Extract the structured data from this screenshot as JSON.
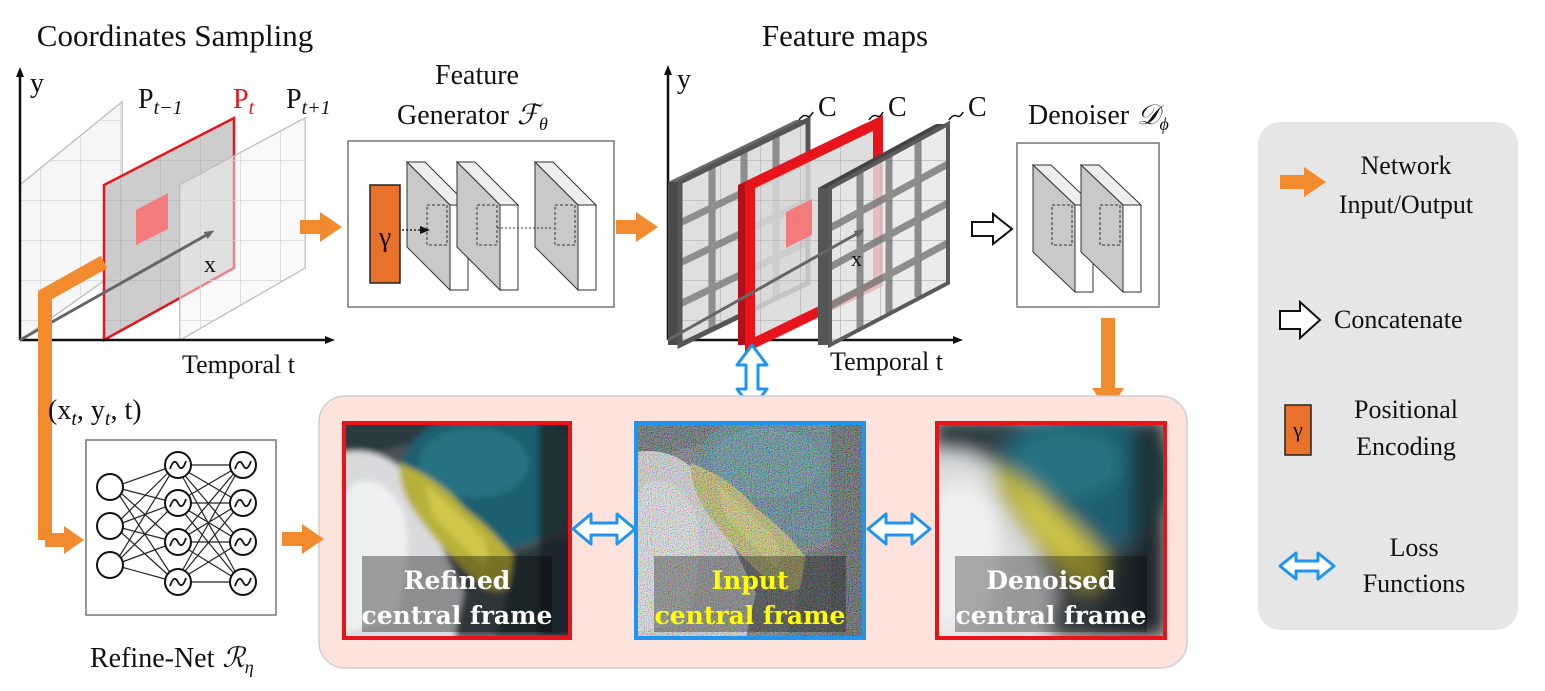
{
  "coords": {
    "title": "Coordinates Sampling",
    "y_axis": "y",
    "x_axis": "x",
    "t_axis": "Temporal t",
    "plane_prev": "P",
    "plane_prev_sub": "t−1",
    "plane_cur": "P",
    "plane_cur_sub": "t",
    "plane_next": "P",
    "plane_next_sub": "t+1",
    "sample_label": "(x",
    "sample_label_sub1": "t",
    "sample_label_mid": ", y",
    "sample_label_sub2": "t",
    "sample_label_end": ", t)"
  },
  "feature_generator": {
    "title_line1": "Feature",
    "title_line2": "Generator",
    "symbol": "ℱ",
    "symbol_sub": "θ",
    "gamma": "γ"
  },
  "feature_maps": {
    "title": "Feature maps",
    "y_axis": "y",
    "x_axis": "x",
    "t_axis": "Temporal t",
    "channel_labels": [
      "C",
      "C",
      "C"
    ]
  },
  "denoiser": {
    "title": "Denoiser",
    "symbol": "𝒟",
    "symbol_sub": "ϕ"
  },
  "refine_net": {
    "title": "Refine-Net",
    "symbol": "ℛ",
    "symbol_sub": "η"
  },
  "frames": [
    {
      "line1": "Refined",
      "line2": "central frame",
      "text_color": "#ffffff",
      "border": "#e8141c"
    },
    {
      "line1": "Input",
      "line2": "central frame",
      "text_color": "#ffff00",
      "border": "#1f95f0"
    },
    {
      "line1": "Denoised",
      "line2": "central frame",
      "text_color": "#ffffff",
      "border": "#e8141c"
    }
  ],
  "legend": {
    "network_io": "Network Input/Output",
    "network_io_line1": "Network",
    "network_io_line2": "Input/Output",
    "concatenate": "Concatenate",
    "pe_line1": "Positional",
    "pe_line2": "Encoding",
    "pe_symbol": "γ",
    "loss_line1": "Loss",
    "loss_line2": "Functions"
  },
  "colors": {
    "orange": "#f28a2e",
    "pe_fill": "#e8722a",
    "red": "#e8141c",
    "blue": "#1f95f0",
    "pink_panel": "#fde3dc",
    "legend_bg": "#e6e6e6"
  }
}
